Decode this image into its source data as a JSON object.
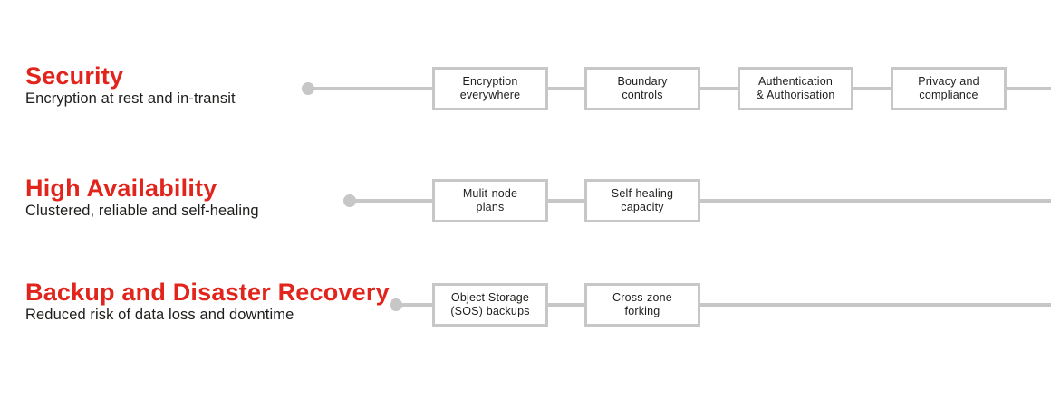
{
  "colors": {
    "accent_red": "#e1251c",
    "connector_gray": "#c7c7c7",
    "text_black": "#1d1d1b"
  },
  "rows": [
    {
      "title": "Security",
      "subtitle": "Encryption at rest and in-transit",
      "nodes": [
        {
          "line1": "Encryption",
          "line2": "everywhere"
        },
        {
          "line1": "Boundary",
          "line2": "controls"
        },
        {
          "line1": "Authentication",
          "line2": "& Authorisation"
        },
        {
          "line1": "Privacy and",
          "line2": "compliance"
        }
      ]
    },
    {
      "title": "High Availability",
      "subtitle": "Clustered, reliable and self-healing",
      "nodes": [
        {
          "line1": "Mulit-node",
          "line2": "plans"
        },
        {
          "line1": "Self-healing",
          "line2": "capacity"
        }
      ]
    },
    {
      "title": "Backup and Disaster Recovery",
      "subtitle": "Reduced risk of data loss and downtime",
      "nodes": [
        {
          "line1": "Object Storage",
          "line2": "(SOS) backups"
        },
        {
          "line1": "Cross-zone",
          "line2": "forking"
        }
      ]
    }
  ]
}
